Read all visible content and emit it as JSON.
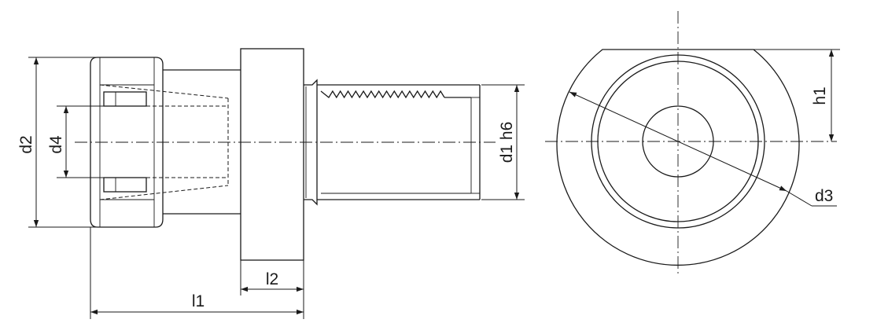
{
  "drawing": {
    "labels": {
      "d2": "d2",
      "d4": "d4",
      "d1_h6": "d1 h6",
      "l1": "l1",
      "l2": "l2",
      "h1": "h1",
      "d3": "d3"
    }
  }
}
